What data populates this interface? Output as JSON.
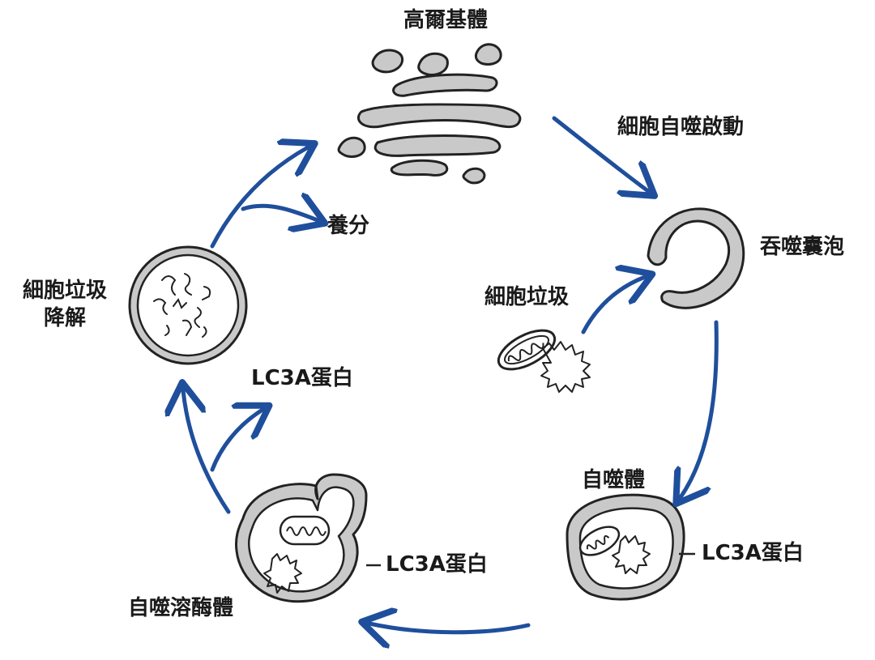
{
  "colors": {
    "arrow": "#1f4f9c",
    "membrane": "#c9c9c9",
    "outline": "#222222",
    "background": "#ffffff"
  },
  "labels": {
    "golgi": "高爾基體",
    "autophagy_start": "細胞自噬啟動",
    "phagophore": "吞噬囊泡",
    "cell_garbage": "細胞垃圾",
    "autophagosome": "自噬體",
    "lc3a_autophagosome": "LC3A蛋白",
    "lc3a_autolysosome": "LC3A蛋白",
    "autolysosome": "自噬溶酶體",
    "lc3a_released": "LC3A蛋白",
    "degradation_line1": "細胞垃圾",
    "degradation_line2": "降解",
    "nutrients": "養分"
  }
}
